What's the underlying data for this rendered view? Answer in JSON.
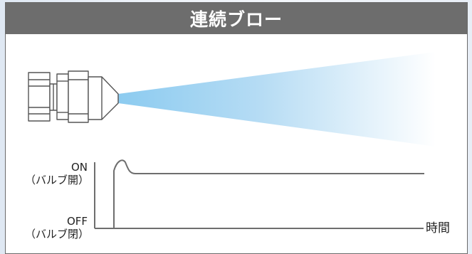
{
  "title": "連続ブロー",
  "graph": {
    "on_label": "ON",
    "on_sub": "（バルブ開）",
    "off_label": "OFF",
    "off_sub": "（バルブ閉）",
    "time_label": "時間"
  },
  "colors": {
    "header_bg": "#6d6d6d",
    "spray": "#9fd0f0",
    "line": "#6e6e6e"
  }
}
